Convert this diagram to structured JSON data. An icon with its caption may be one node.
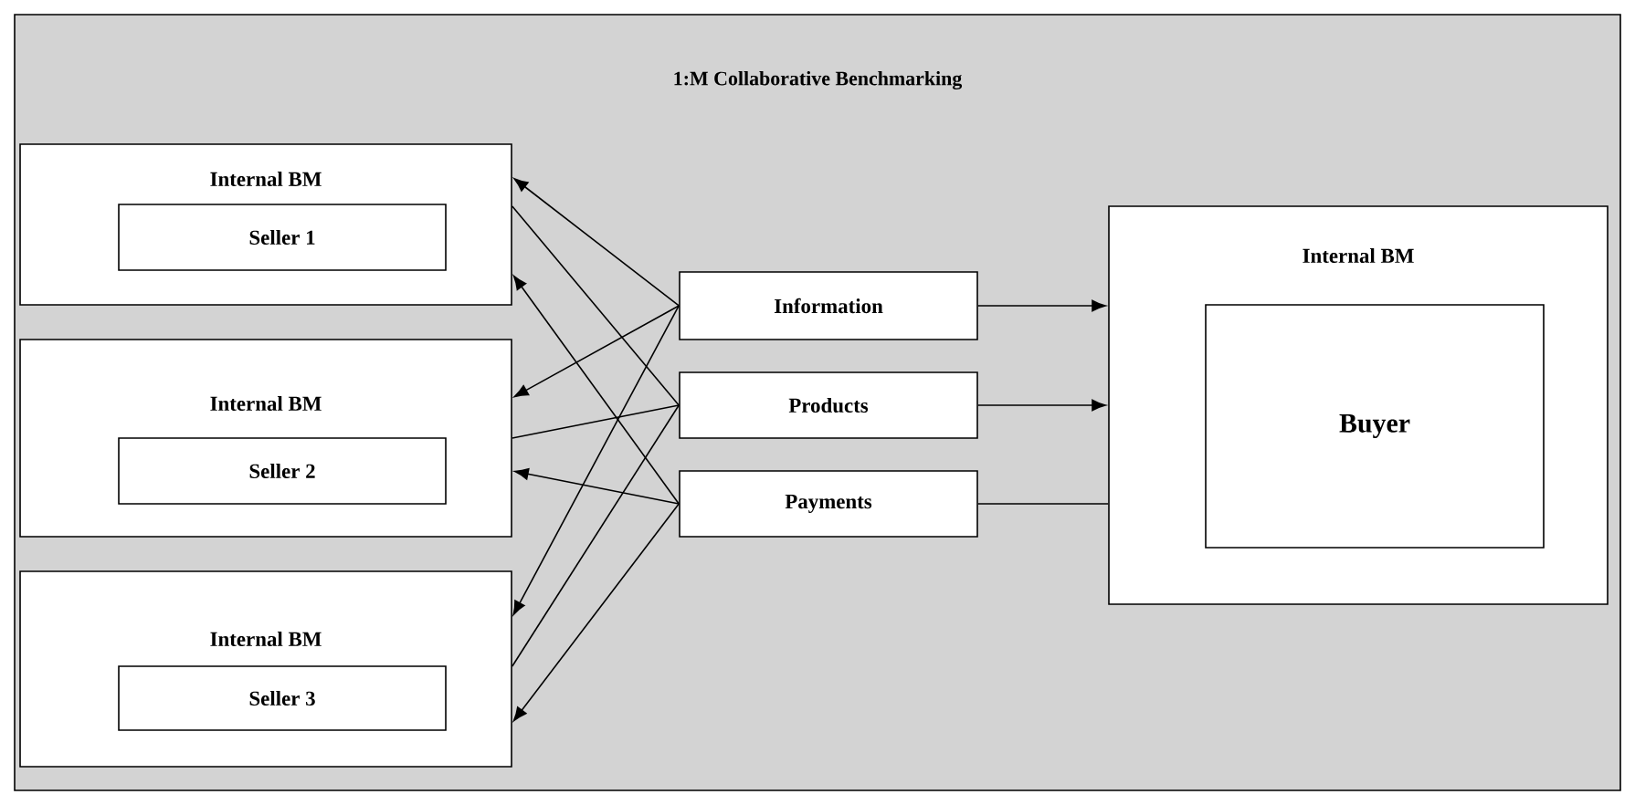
{
  "diagram": {
    "nodes": [
      {
        "text": [
          "1:M Collaborative Benchmarking"
        ]
      },
      {
        "text": [
          "Internal BM"
        ],
        "in": 0
      },
      {
        "text": [
          "Seller 1"
        ],
        "in": 1
      },
      {
        "text": [
          "Internal BM"
        ],
        "in": 0
      },
      {
        "text": [
          "Seller 2"
        ],
        "in": 3
      },
      {
        "text": [
          "Internal BM"
        ],
        "in": 0
      },
      {
        "text": [
          "Seller 3"
        ],
        "in": 5
      },
      {
        "text": [
          "Information"
        ],
        "in": 0
      },
      {
        "text": [
          "Products"
        ],
        "in": 0
      },
      {
        "text": [
          "Payments"
        ],
        "in": 0
      },
      {
        "text": [
          "Internal BM"
        ],
        "in": 0
      },
      {
        "text": [
          "Buyer"
        ],
        "in": 10
      }
    ],
    "edges": [
      {
        "from": 7,
        "to": 1,
        "arrow": "to"
      },
      {
        "from": 1,
        "to": 8,
        "arrow": "none"
      },
      {
        "from": 9,
        "to": 1,
        "arrow": "to"
      },
      {
        "from": 7,
        "to": 3,
        "arrow": "to"
      },
      {
        "from": 3,
        "to": 8,
        "arrow": "none"
      },
      {
        "from": 9,
        "to": 3,
        "arrow": "to"
      },
      {
        "from": 7,
        "to": 5,
        "arrow": "to"
      },
      {
        "from": 5,
        "to": 8,
        "arrow": "none"
      },
      {
        "from": 9,
        "to": 5,
        "arrow": "to"
      },
      {
        "from": 7,
        "to": 10,
        "arrow": "to"
      },
      {
        "from": 8,
        "to": 10,
        "arrow": "to"
      },
      {
        "from": 9,
        "to": 10,
        "arrow": "none"
      }
    ]
  }
}
